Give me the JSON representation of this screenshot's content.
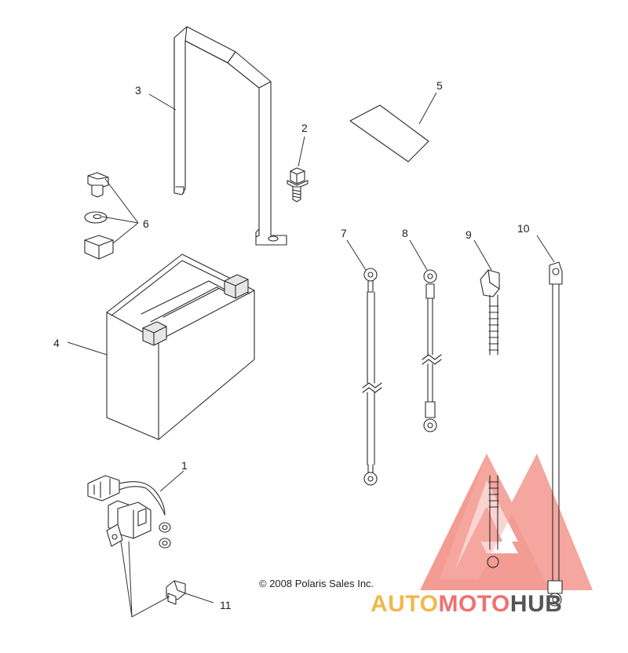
{
  "diagram": {
    "callouts": {
      "c1": "1",
      "c2": "2",
      "c3": "3",
      "c4": "4",
      "c5": "5",
      "c6": "6",
      "c7": "7",
      "c8": "8",
      "c9": "9",
      "c10": "10",
      "c11": "11"
    },
    "copyright": "© 2008 Polaris Sales Inc."
  },
  "watermark": {
    "part1": "AUTO",
    "part2": "MOTO",
    "part3": "HUB",
    "colors": {
      "triangle": "#f08080",
      "auto": "#f2b84b",
      "moto": "#f07070",
      "hub": "#555555"
    }
  }
}
